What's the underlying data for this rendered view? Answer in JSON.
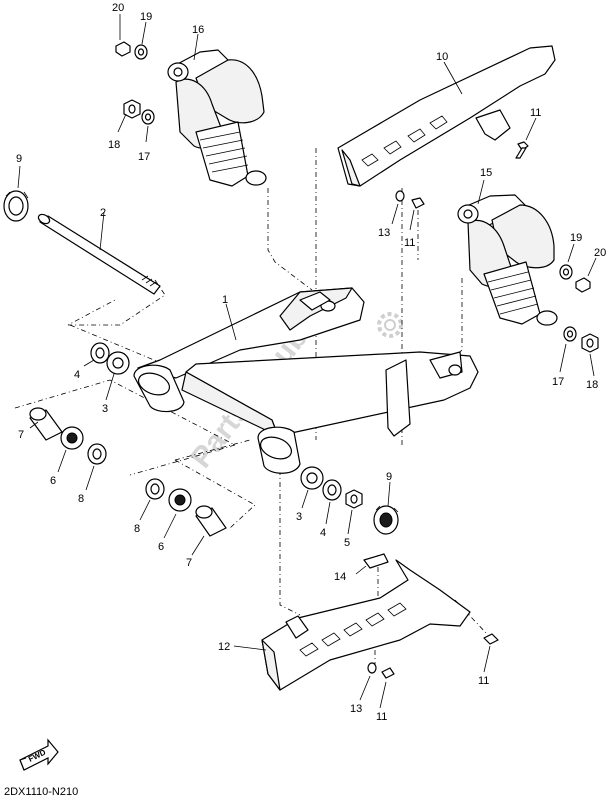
{
  "diagram_code": "2DX1110-N210",
  "watermark": "PartsRepublik",
  "fwd_label": "FWD",
  "callouts": [
    {
      "id": "c20a",
      "text": "20"
    },
    {
      "id": "c19a",
      "text": "19"
    },
    {
      "id": "c16",
      "text": "16"
    },
    {
      "id": "c10",
      "text": "10"
    },
    {
      "id": "c11a",
      "text": "11"
    },
    {
      "id": "c18a",
      "text": "18"
    },
    {
      "id": "c17a",
      "text": "17"
    },
    {
      "id": "c9a",
      "text": "9"
    },
    {
      "id": "c2",
      "text": "2"
    },
    {
      "id": "c13a",
      "text": "13"
    },
    {
      "id": "c11b",
      "text": "11"
    },
    {
      "id": "c15",
      "text": "15"
    },
    {
      "id": "c19b",
      "text": "19"
    },
    {
      "id": "c20b",
      "text": "20"
    },
    {
      "id": "c1",
      "text": "1"
    },
    {
      "id": "c4a",
      "text": "4"
    },
    {
      "id": "c3a",
      "text": "3"
    },
    {
      "id": "c7a",
      "text": "7"
    },
    {
      "id": "c6a",
      "text": "6"
    },
    {
      "id": "c8a",
      "text": "8"
    },
    {
      "id": "c17b",
      "text": "17"
    },
    {
      "id": "c18b",
      "text": "18"
    },
    {
      "id": "c9b",
      "text": "9"
    },
    {
      "id": "c3b",
      "text": "3"
    },
    {
      "id": "c4b",
      "text": "4"
    },
    {
      "id": "c5",
      "text": "5"
    },
    {
      "id": "c8b",
      "text": "8"
    },
    {
      "id": "c6b",
      "text": "6"
    },
    {
      "id": "c7b",
      "text": "7"
    },
    {
      "id": "c14",
      "text": "14"
    },
    {
      "id": "c12",
      "text": "12"
    },
    {
      "id": "c11c",
      "text": "11"
    },
    {
      "id": "c13b",
      "text": "13"
    },
    {
      "id": "c11d",
      "text": "11"
    }
  ]
}
